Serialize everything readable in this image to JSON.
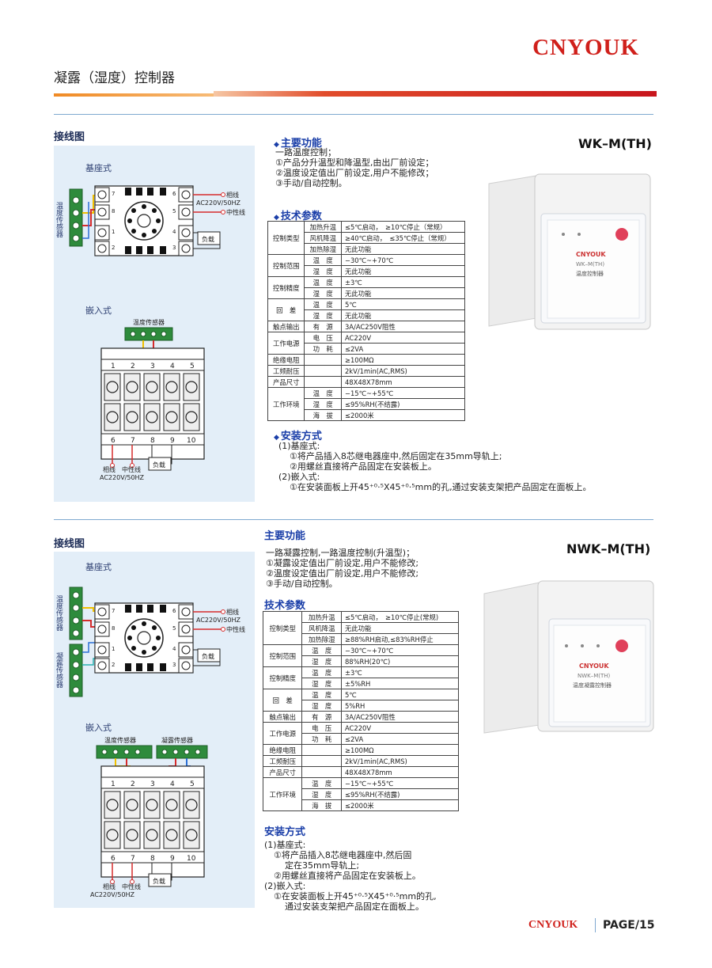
{
  "brand": "CNYOUK",
  "page_title": "凝露（湿度）控制器",
  "footer": {
    "brand": "CNYOUK",
    "page": "PAGE/15"
  },
  "section1": {
    "wiring_title": "接线图",
    "base_label": "基座式",
    "embed_label": "嵌入式",
    "base_diagram": {
      "sensor_label": "温度传感器",
      "live_label": "相线",
      "power_label": "AC220V/50HZ",
      "neutral_label": "中性线",
      "load_label": "负载",
      "pin_labels": [
        "7",
        "8",
        "1",
        "2",
        "6",
        "5",
        "4",
        "3"
      ]
    },
    "embed_diagram": {
      "sensor_label": "温度传感器",
      "top_numbers": [
        "1",
        "2",
        "3",
        "4",
        "5"
      ],
      "bottom_numbers": [
        "6",
        "7",
        "8",
        "9",
        "10"
      ],
      "live_label": "相线",
      "neutral_label": "中性线",
      "power_label": "AC220V/50HZ",
      "load_label": "负载"
    },
    "model": "WK–M(TH)",
    "device_label": {
      "brand": "CNYOUK",
      "model": "WK–M(TH)",
      "name": "温度控制器"
    },
    "functions_title": "主要功能",
    "functions": [
      "一路温度控制；",
      "①产品分升温型和降温型,由出厂前设定；",
      "②温度设定值出厂前设定,用户不能修改；",
      "③手动/自动控制。"
    ],
    "params_title": "技术参数",
    "params": [
      [
        "控制类型",
        "加热升温",
        "≤5℃启动，　≥10℃停止（常规）"
      ],
      [
        "",
        "风机降温",
        "≥40℃启动，　≤35℃停止（常规）"
      ],
      [
        "",
        "加热除湿",
        "无此功能"
      ],
      [
        "控制范围",
        "温　度",
        "−30℃~+70℃"
      ],
      [
        "",
        "湿　度",
        "无此功能"
      ],
      [
        "控制精度",
        "温　度",
        "±3℃"
      ],
      [
        "",
        "湿　度",
        "无此功能"
      ],
      [
        "回　差",
        "温　度",
        "5℃"
      ],
      [
        "",
        "湿　度",
        "无此功能"
      ],
      [
        "触点输出",
        "有　源",
        "3A/AC250V阻性"
      ],
      [
        "工作电源",
        "电　压",
        "AC220V"
      ],
      [
        "",
        "功　耗",
        "≤2VA"
      ],
      [
        "绝缘电阻",
        "",
        "≥100MΩ"
      ],
      [
        "工频耐压",
        "",
        "2kV/1min(AC,RMS)"
      ],
      [
        "产品尺寸",
        "",
        "48X48X78mm"
      ],
      [
        "工作环境",
        "温　度",
        "−15℃~+55℃"
      ],
      [
        "",
        "湿　度",
        "≤95%RH(不结露)"
      ],
      [
        "",
        "海　拔",
        "≤2000米"
      ]
    ],
    "install_title": "安装方式",
    "install": [
      "(1)基座式:",
      "①将产品插入8芯继电器座中,然后固定在35mm导轨上;",
      "②用螺丝直接将产品固定在安装板上。",
      "(2)嵌入式:",
      "①在安装面板上开45⁺⁰·⁵X45⁺⁰·⁵mm的孔,通过安装支架把产品固定在面板上。"
    ]
  },
  "section2": {
    "wiring_title": "接线图",
    "base_label": "基座式",
    "embed_label": "嵌入式",
    "base_diagram": {
      "sensor_label_1": "温度传感器",
      "sensor_label_2": "凝露传感器",
      "live_label": "相线",
      "power_label": "AC220V/50HZ",
      "neutral_label": "中性线",
      "load_label": "负载",
      "pin_labels": [
        "7",
        "8",
        "1",
        "2",
        "6",
        "5",
        "4",
        "3"
      ]
    },
    "embed_diagram": {
      "sensor_label_1": "温度传感器",
      "sensor_label_2": "凝露传感器",
      "top_numbers": [
        "1",
        "2",
        "3",
        "4",
        "5"
      ],
      "bottom_numbers": [
        "6",
        "7",
        "8",
        "9",
        "10"
      ],
      "live_label": "相线",
      "neutral_label": "中性线",
      "power_label": "AC220V/50HZ",
      "load_label": "负载"
    },
    "model": "NWK–M(TH)",
    "device_label": {
      "brand": "CNYOUK",
      "model": "NWK–M(TH)",
      "name": "温度凝露控制器"
    },
    "functions_title": "主要功能",
    "functions": [
      "一路凝露控制,一路温度控制(升温型)；",
      "①凝露设定值出厂前设定,用户不能修改;",
      "②温度设定值出厂前设定,用户不能修改;",
      "③手动/自动控制。"
    ],
    "params_title": "技术参数",
    "params": [
      [
        "控制类型",
        "加热升温",
        "≤5℃启动，　≥10℃停止(常规)"
      ],
      [
        "",
        "风机降温",
        "无此功能"
      ],
      [
        "",
        "加热除湿",
        "≥88%RH启动,≤83%RH停止"
      ],
      [
        "控制范围",
        "温　度",
        "−30℃~+70℃"
      ],
      [
        "",
        "湿　度",
        "88%RH(20℃)"
      ],
      [
        "控制精度",
        "温　度",
        "±3℃"
      ],
      [
        "",
        "湿　度",
        "±5%RH"
      ],
      [
        "回　差",
        "温　度",
        "5℃"
      ],
      [
        "",
        "湿　度",
        "5%RH"
      ],
      [
        "触点输出",
        "有　源",
        "3A/AC250V阻性"
      ],
      [
        "工作电源",
        "电　压",
        "AC220V"
      ],
      [
        "",
        "功　耗",
        "≤2VA"
      ],
      [
        "绝缘电阻",
        "",
        "≥100MΩ"
      ],
      [
        "工频耐压",
        "",
        "2kV/1min(AC,RMS)"
      ],
      [
        "产品尺寸",
        "",
        "48X48X78mm"
      ],
      [
        "工作环境",
        "温　度",
        "−15℃~+55℃"
      ],
      [
        "",
        "湿　度",
        "≤95%RH(不结露)"
      ],
      [
        "",
        "海　拔",
        "≤2000米"
      ]
    ],
    "install_title": "安装方式",
    "install": [
      "(1)基座式:",
      "①将产品插入8芯继电器座中,然后固",
      "定在35mm导轨上;",
      "②用螺丝直接将产品固定在安装板上。",
      "(2)嵌入式:",
      "①在安装面板上开45⁺⁰·⁵X45⁺⁰·⁵mm的孔,",
      "通过安装支架把产品固定在面板上。"
    ]
  }
}
